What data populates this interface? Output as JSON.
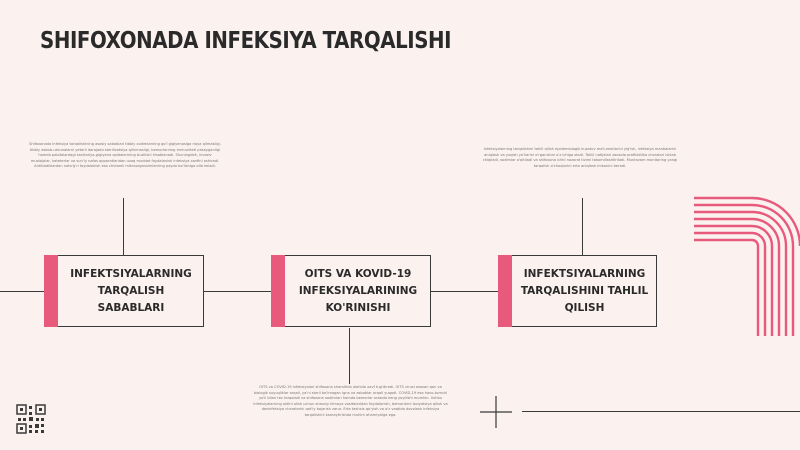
{
  "title": "SHIFOXONADA INFEKSIYA TARQALISHI",
  "steps": [
    {
      "label": "INFEKTSIYALARNING\nTARQALISH SABABLARI",
      "description": "Shifoxonada infeksiya tarqalishining asosiy sabablari tibbiy xodimlarning qo'l gigiyenasiga rioya qilmasligi, tibbiy asbob-uskunalarni yetarli darajada sterilizatsiya qilinmasligi, bemorlarning immuniteti pasayganligi hamda palatalardagi sanitariya-gigiyena qoidalarining buzilishi hisoblanadi. Shuningdek, invaziv muolajalar, kateterlar va sun'iy nafas apparatlaridan uzoq muddat foydalanish infeksiya xavfini oshiradi. Antibiotiklardan noto'g'ri foydalanish esa chidamli mikroorganizmlarning paydo bo'lishiga olib keladi."
    },
    {
      "label": "OITS VA KOVID-19\nINFEKSIYALARINING\nKO'RINISHI",
      "description": "OITS va COVID-19 infeksiyalari shifoxona sharoitida alohida xavf tug'diradi. OITS virusi asosan qon va biologik suyuqliklar orqali, ya'ni steril bo'lmagan igna va asboblar orqali yuqadi. COVID-19 esa havo-tomchi yo'li bilan tez tarqaladi va shifoxona xodimlari hamda bemorlar orasida keng yoyilishi mumkin. Ushbu infeksiyalarning oldini olish uchun shaxsiy himoya vositalaridan foydalanish, bemorlarni izolyatsiya qilish va dezinfeksiya choralarini qat'iy bajarish zarur. Erta tashxis qo'yish va o'z vaqtida davolash infeksiya tarqalishini kamaytirishda muhim ahamiyatga ega."
    },
    {
      "label": "INFEKTSIYALARNING\nTARQALISHINI TAHLIL QILISH",
      "description": "Infeksiyalarning tarqalishini tahlil qilish epidemiologik kuzatuv ma'lumotlarini yig'ish, infeksiya manbalarini aniqlash va yuqish yo'llarini o'rganishni o'z ichiga oladi. Tahlil natijalari asosida profilaktika choralari ishlab chiqiladi, xodimlar o'qitiladi va shifoxona ichki nazorat tizimi takomillashtiriladi. Muntazam monitoring yangi tarqalish o'choqlarini erta aniqlash imkonini beradi."
    }
  ],
  "colors": {
    "background": "#fbf1ef",
    "accent": "#e85a7c",
    "line": "#3a3a3a"
  },
  "icons": {
    "corner": "qr-code-icon",
    "crosshair": "plus-icon",
    "decoration": "concentric-arcs"
  }
}
